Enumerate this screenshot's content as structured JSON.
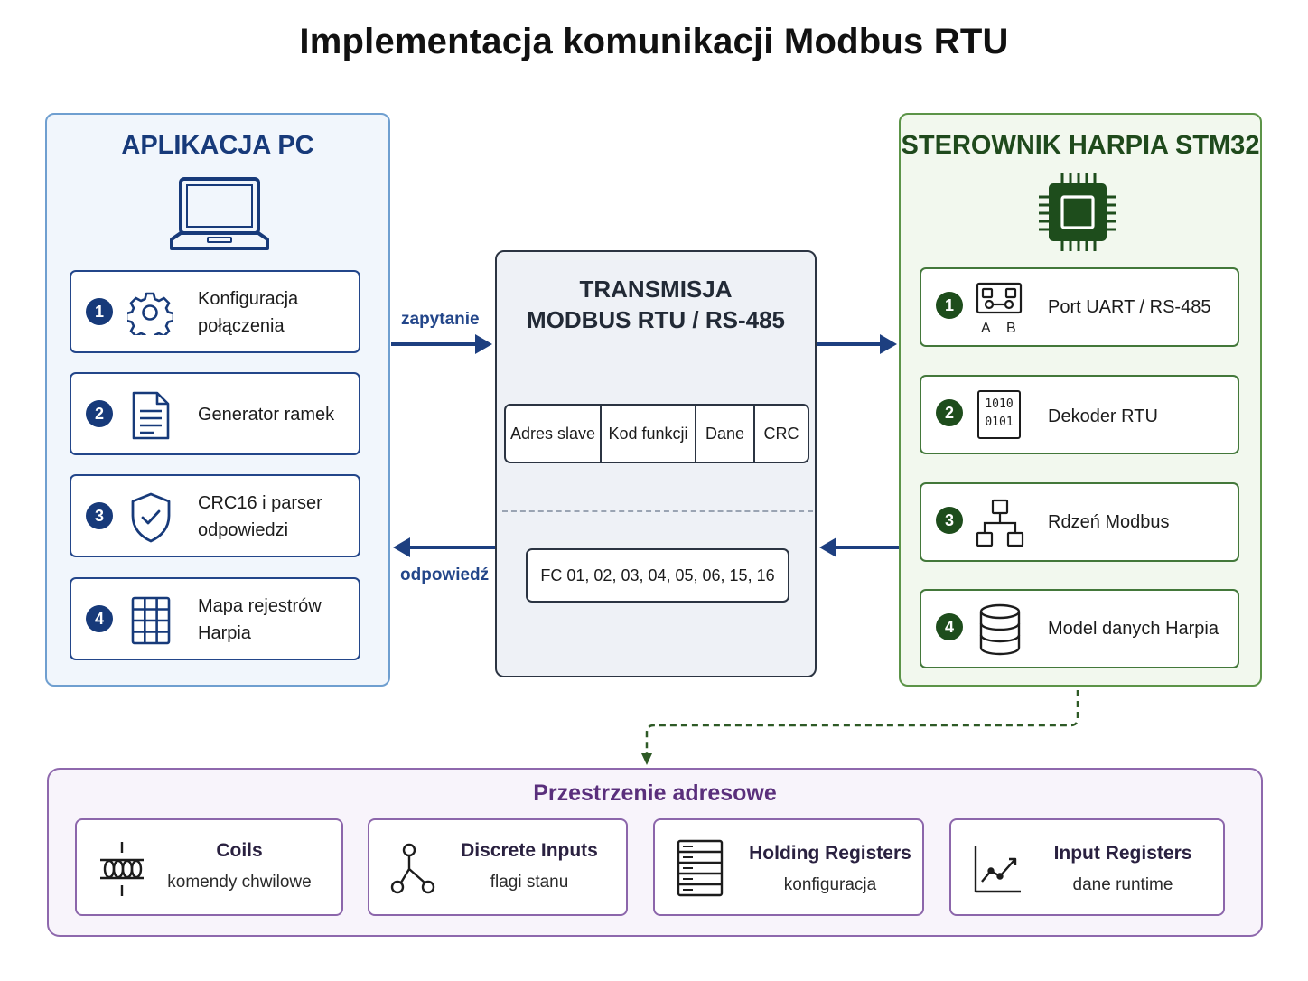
{
  "title": "Implementacja komunikacji Modbus RTU",
  "pc_panel": {
    "title": "APLIKACJA PC",
    "icon": "laptop-icon",
    "items": [
      {
        "num": "1",
        "line1": "Konfiguracja",
        "line2": "połączenia",
        "icon": "gear-icon"
      },
      {
        "num": "2",
        "line1": "Generator ramek",
        "line2": "",
        "icon": "document-icon"
      },
      {
        "num": "3",
        "line1": "CRC16 i parser",
        "line2": "odpowiedzi",
        "icon": "shield-check-icon"
      },
      {
        "num": "4",
        "line1": "Mapa rejestrów",
        "line2": "Harpia",
        "icon": "grid-icon"
      }
    ]
  },
  "transmission": {
    "title_line1": "TRANSMISJA",
    "title_line2": "MODBUS RTU / RS-485",
    "frame_fields": [
      "Adres slave",
      "Kod funkcji",
      "Dane",
      "CRC"
    ],
    "function_codes": "FC 01, 02, 03, 04, 05, 06, 15, 16"
  },
  "arrows": {
    "request_label": "zapytanie",
    "response_label": "odpowiedź"
  },
  "controller_panel": {
    "title": "STEROWNIK HARPIA STM32",
    "icon": "chip-icon",
    "items": [
      {
        "num": "1",
        "label": "Port UART / RS-485",
        "icon": "uart-port-icon",
        "pin_a": "A",
        "pin_b": "B"
      },
      {
        "num": "2",
        "label": "Dekoder RTU",
        "icon": "binary-icon",
        "bits_line1": "1010",
        "bits_line2": "0101"
      },
      {
        "num": "3",
        "label": "Rdzeń Modbus",
        "icon": "hierarchy-icon"
      },
      {
        "num": "4",
        "label": "Model danych Harpia",
        "icon": "database-icon"
      }
    ]
  },
  "address_spaces": {
    "title": "Przestrzenie adresowe",
    "items": [
      {
        "name": "Coils",
        "desc": "komendy chwilowe",
        "icon": "coil-icon"
      },
      {
        "name": "Discrete Inputs",
        "desc": "flagi stanu",
        "icon": "switch-icon"
      },
      {
        "name": "Holding Registers",
        "desc": "konfiguracja",
        "icon": "register-stack-icon"
      },
      {
        "name": "Input Registers",
        "desc": "dane runtime",
        "icon": "line-chart-icon"
      }
    ]
  },
  "colors": {
    "pc_accent": "#173a7a",
    "controller_accent": "#1e4d1c",
    "address_accent": "#5a2f7c",
    "transmission_border": "#2b3442"
  }
}
